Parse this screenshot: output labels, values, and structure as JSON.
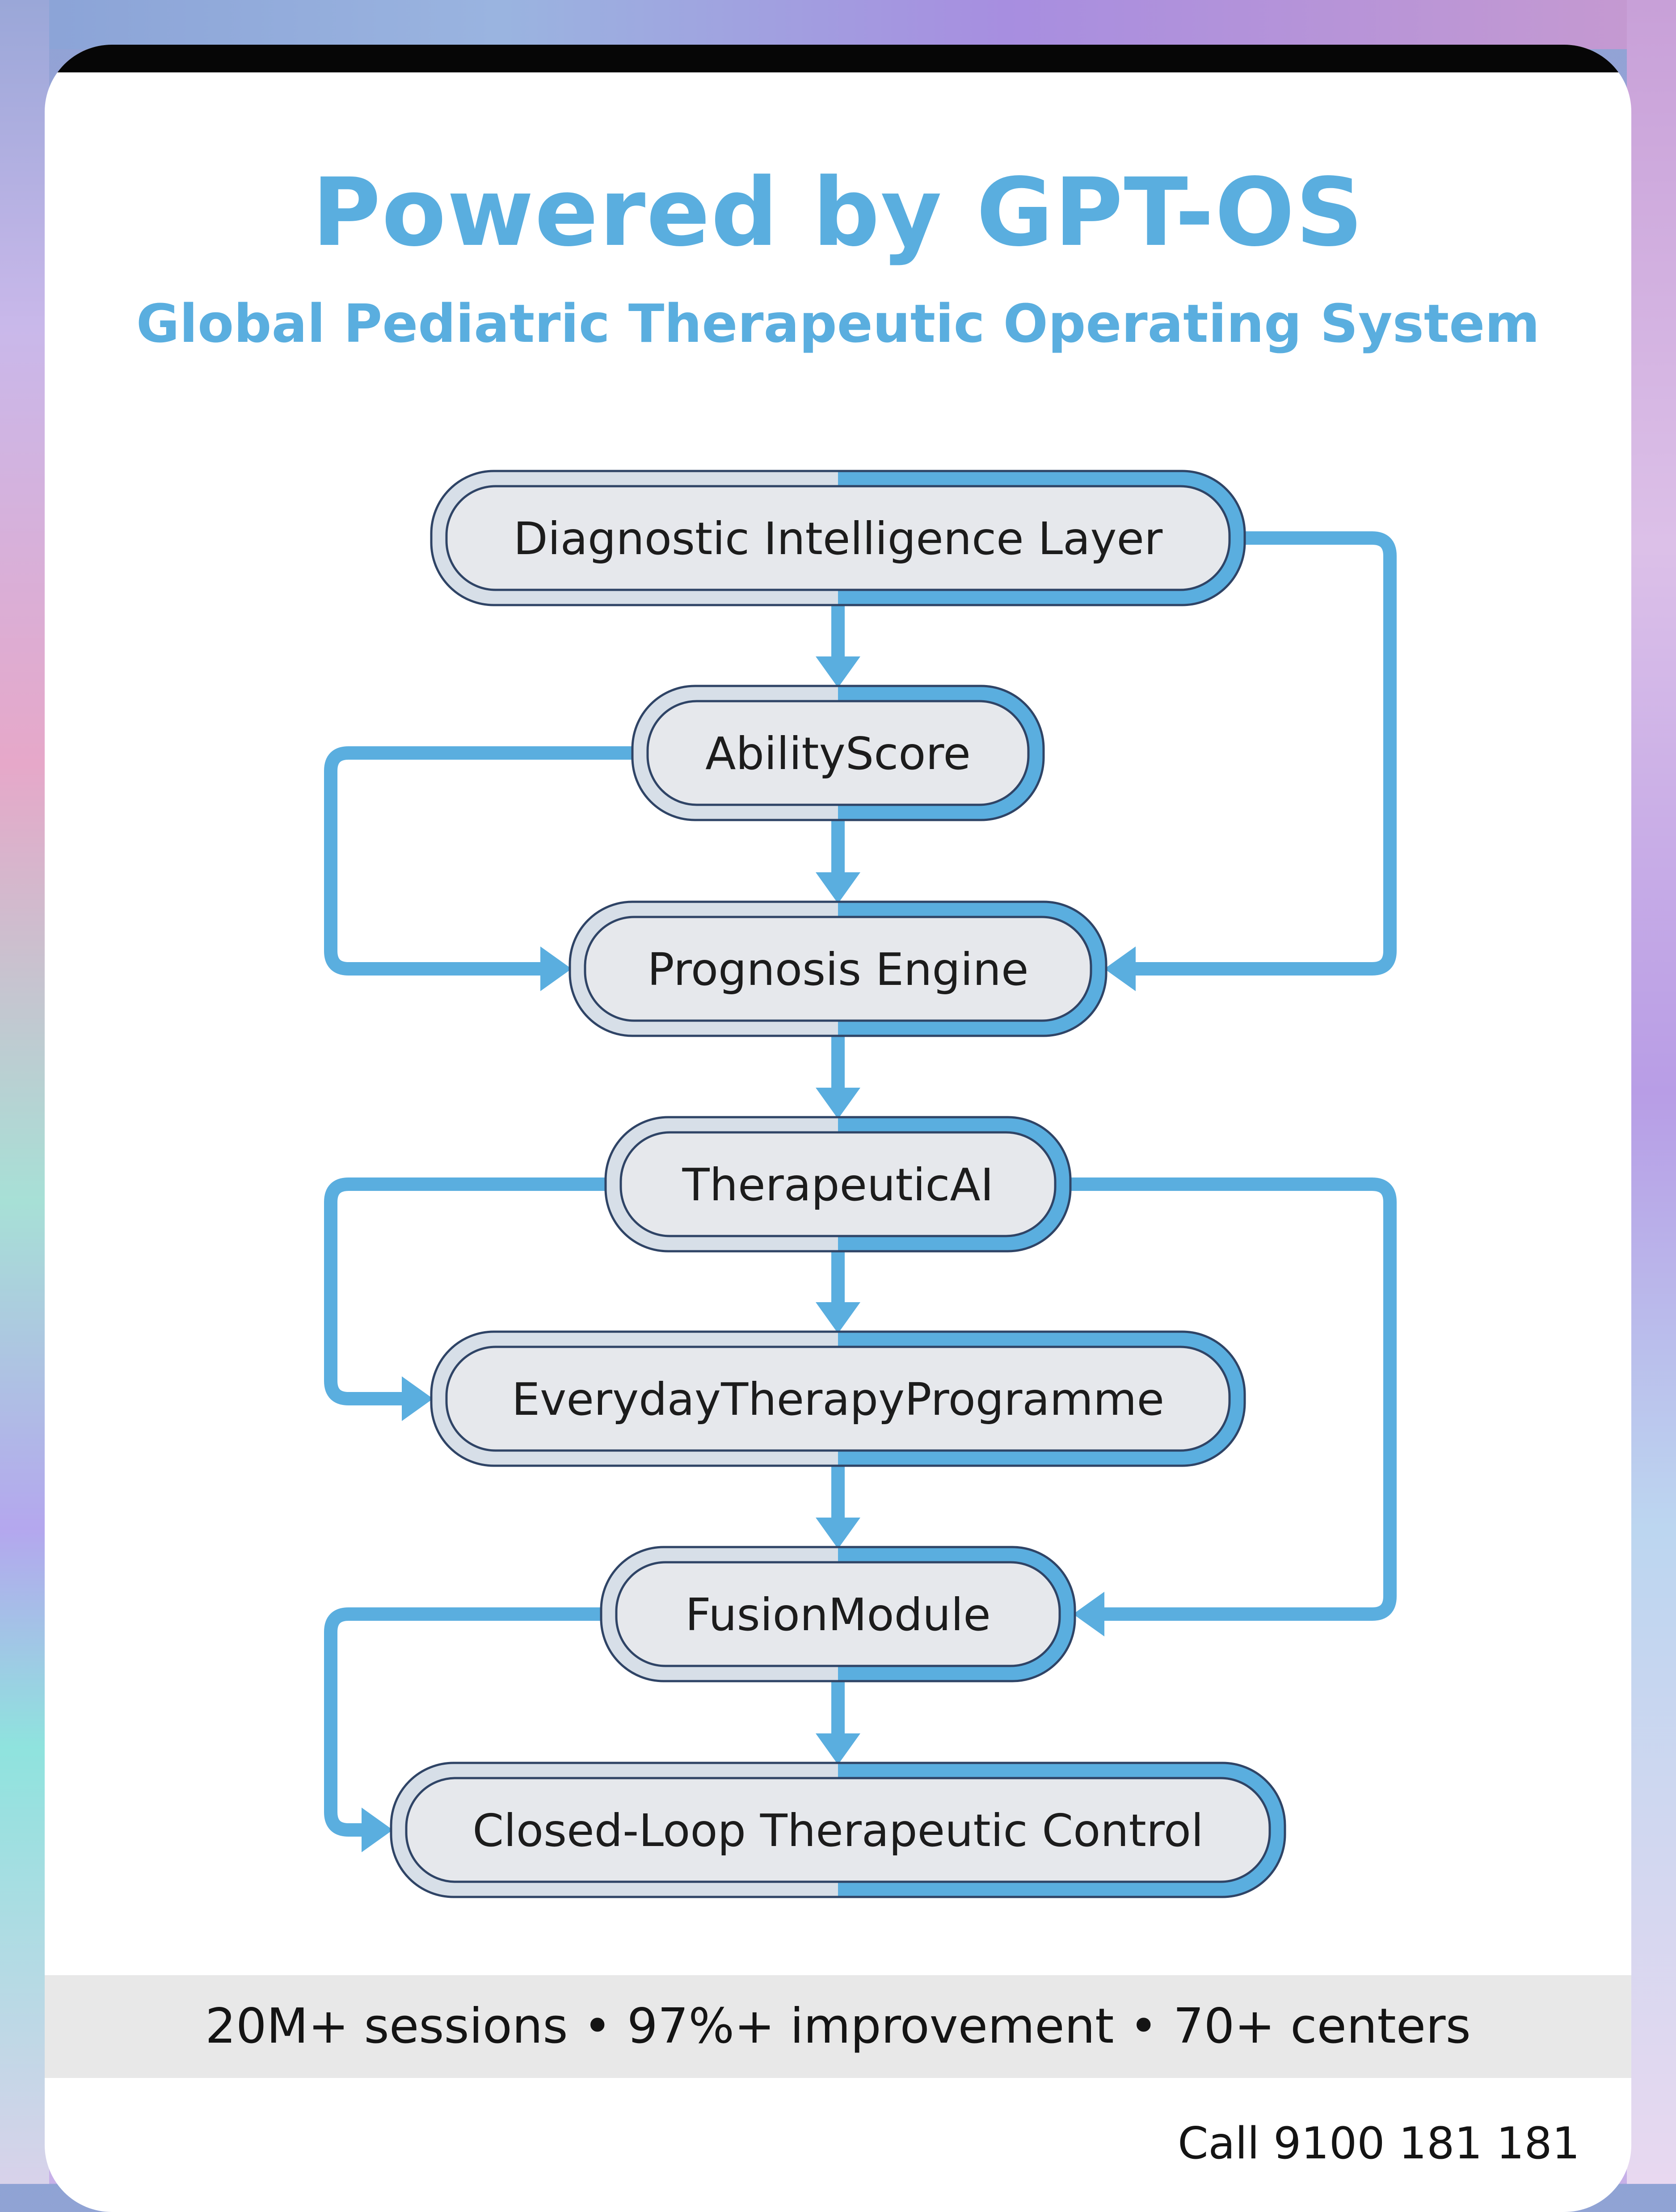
{
  "header": {
    "title": "Powered by GPT-OS",
    "subtitle": "Global Pediatric Therapeutic Operating System"
  },
  "diagram": {
    "nodes": [
      {
        "id": "diagnostic",
        "label": "Diagnostic Intelligence Layer"
      },
      {
        "id": "abilityscore",
        "label": "AbilityScore"
      },
      {
        "id": "prognosis",
        "label": "Prognosis Engine"
      },
      {
        "id": "therapeuticai",
        "label": "TherapeuticAI"
      },
      {
        "id": "everyday",
        "label": "EverydayTherapyProgramme"
      },
      {
        "id": "fusion",
        "label": "FusionModule"
      },
      {
        "id": "closedloop",
        "label": "Closed-Loop Therapeutic Control"
      }
    ],
    "edges": [
      {
        "from": "diagnostic",
        "to": "abilityscore"
      },
      {
        "from": "abilityscore",
        "to": "prognosis"
      },
      {
        "from": "prognosis",
        "to": "therapeuticai"
      },
      {
        "from": "therapeuticai",
        "to": "everyday"
      },
      {
        "from": "everyday",
        "to": "fusion"
      },
      {
        "from": "fusion",
        "to": "closedloop"
      },
      {
        "from": "diagnostic",
        "to": "prognosis"
      },
      {
        "from": "abilityscore",
        "to": "prognosis"
      },
      {
        "from": "therapeuticai",
        "to": "everyday"
      },
      {
        "from": "therapeuticai",
        "to": "fusion"
      },
      {
        "from": "fusion",
        "to": "closedloop"
      }
    ],
    "colors": {
      "connector": "#5aaedf",
      "node_fill_left": "#d7dfe8",
      "node_fill_right": "#5aaedf",
      "node_inner": "#e6e8ec",
      "node_outline": "#2f4466"
    }
  },
  "footer": {
    "stats": "20M+ sessions • 97%+ improvement • 70+ centers",
    "phone": "Call 9100 181 181"
  }
}
